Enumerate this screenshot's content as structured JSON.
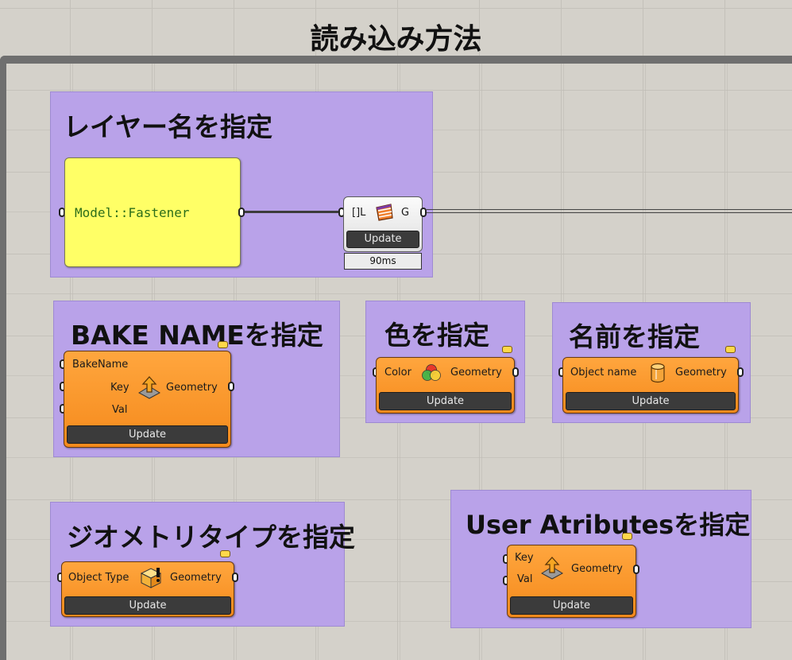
{
  "main_title": "読み込み方法",
  "groups": {
    "layer": {
      "title": "レイヤー名を指定"
    },
    "bake": {
      "title": "BAKE NAMEを指定"
    },
    "color": {
      "title": "色を指定"
    },
    "name": {
      "title": "名前を指定"
    },
    "geomtype": {
      "title": "ジオメトリタイプを指定"
    },
    "userattr": {
      "title": "User Atributesを指定"
    }
  },
  "panel": {
    "text": "Model::Fastener"
  },
  "layer_comp": {
    "input": "[]L",
    "output": "G",
    "button": "Update",
    "timer": "90ms",
    "icon": "layer-table-icon"
  },
  "bake_comp": {
    "inputs": [
      "BakeName",
      "Key",
      "Val"
    ],
    "output": "Geometry",
    "button": "Update",
    "icon": "bake-up-arrow-icon"
  },
  "color_comp": {
    "input": "Color",
    "output": "Geometry",
    "button": "Update",
    "icon": "color-wheel-icon"
  },
  "name_comp": {
    "input": "Object name",
    "output": "Geometry",
    "button": "Update",
    "icon": "cylinder-icon"
  },
  "type_comp": {
    "input": "Object Type",
    "output": "Geometry",
    "button": "Update",
    "icon": "box-icon"
  },
  "user_comp": {
    "inputs": [
      "Key",
      "Val"
    ],
    "output": "Geometry",
    "button": "Update",
    "icon": "bake-up-arrow-icon"
  },
  "colors": {
    "group": "#b9a2e9",
    "component": "#f8951f",
    "panel": "#ffff66",
    "update_button": "#3b3b3b"
  }
}
